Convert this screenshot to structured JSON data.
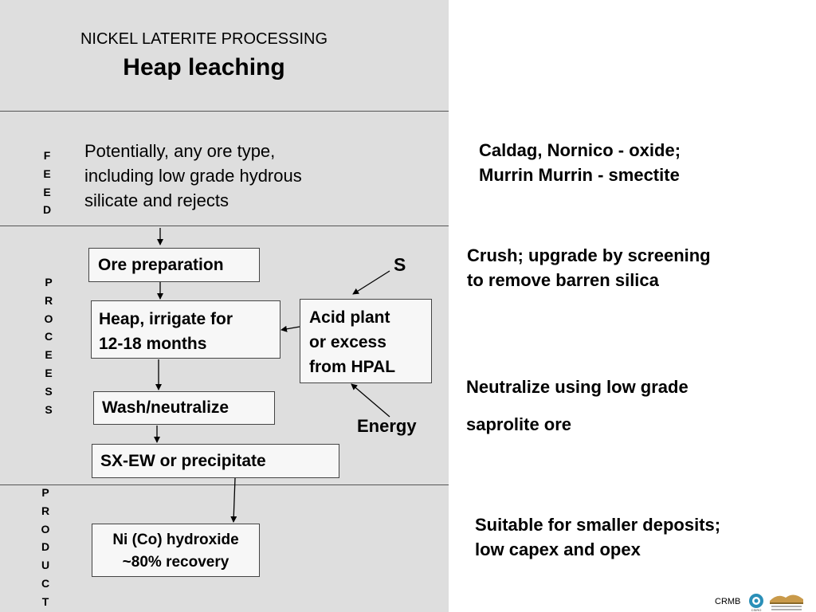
{
  "title": {
    "line1": "NICKEL LATERITE PROCESSING",
    "line2": "Heap leaching"
  },
  "section_labels": {
    "feed": [
      "F",
      "E",
      "E",
      "D"
    ],
    "process": [
      "P",
      "R",
      "O",
      "C",
      "E",
      "E",
      "S",
      "S"
    ],
    "product": [
      "P",
      "R",
      "O",
      "D",
      "U",
      "C",
      "T"
    ]
  },
  "feed_text": [
    "Potentially, any ore type,",
    "including low grade hydrous",
    "silicate and rejects"
  ],
  "boxes": {
    "ore_preparation": "Ore preparation",
    "heap_line1": "Heap, irrigate for",
    "heap_line2": "12-18 months",
    "acid_line1": "Acid plant",
    "acid_line2": "or excess",
    "acid_line3": "from HPAL",
    "wash": "Wash/neutralize",
    "sxew": "SX-EW or precipitate",
    "product_line1": "Ni (Co) hydroxide",
    "product_line2": "~80% recovery"
  },
  "inputs": {
    "sulfur": "S",
    "energy": "Energy"
  },
  "notes": {
    "feed_line1": "Caldag, Nornico - oxide;",
    "feed_line2": "Murrin Murrin - smectite",
    "prep_line1": "Crush; upgrade by screening",
    "prep_line2": "to remove barren silica",
    "neutralize_line1": "Neutralize using low grade",
    "neutralize_line2": "saprolite ore",
    "product_line1": "Suitable for smaller deposits;",
    "product_line2": "low capex and opex"
  },
  "footer": {
    "crmb": "CRMB",
    "csiro": "CSIRO"
  }
}
